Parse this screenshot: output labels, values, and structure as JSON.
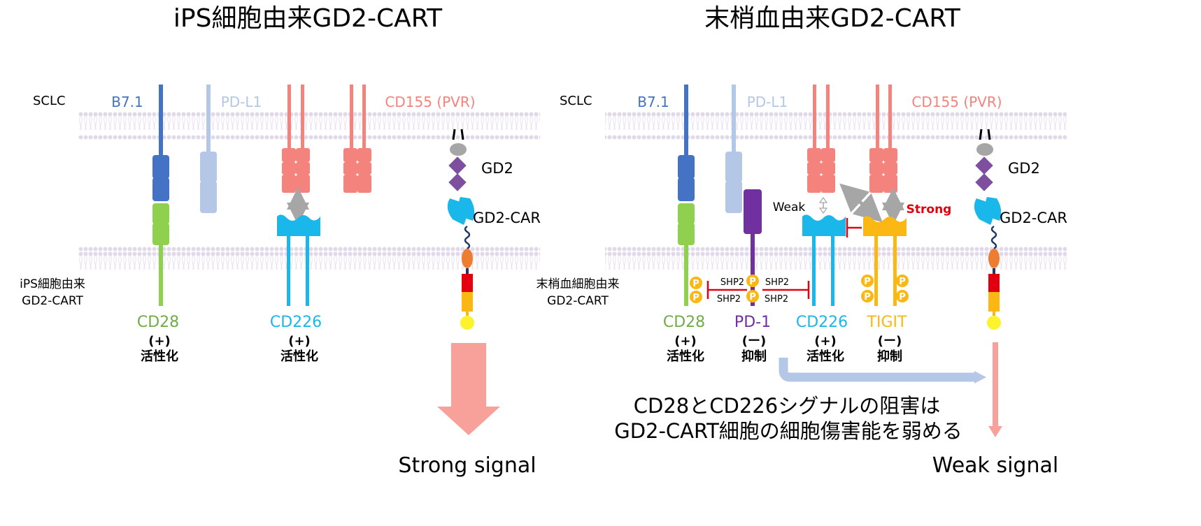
{
  "left_panel": {
    "title": "iPS細胞由来GD2-CART",
    "sclc_label": "SCLC",
    "cell_label_line1": "iPS細胞由来",
    "cell_label_line2": "GD2-CART",
    "ligands": {
      "b71": "B7.1",
      "pdl1": "PD-L1",
      "cd155": "CD155 (PVR)",
      "gd2": "GD2",
      "gd2car": "GD2-CAR"
    },
    "receptors": {
      "cd28": {
        "name": "CD28",
        "sign": "(+)",
        "effect": "活性化"
      },
      "cd226": {
        "name": "CD226",
        "sign": "(+)",
        "effect": "活性化"
      }
    },
    "signal_label": "Strong signal"
  },
  "right_panel": {
    "title": "末梢血由来GD2-CART",
    "sclc_label": "SCLC",
    "cell_label_line1": "末梢血細胞由来",
    "cell_label_line2": "GD2-CART",
    "ligands": {
      "b71": "B7.1",
      "pdl1": "PD-L1",
      "cd155": "CD155 (PVR)",
      "gd2": "GD2",
      "gd2car": "GD2-CAR"
    },
    "receptors": {
      "cd28": {
        "name": "CD28",
        "sign": "(+)",
        "effect": "活性化"
      },
      "pd1": {
        "name": "PD-1",
        "sign": "(ー)",
        "effect": "抑制"
      },
      "cd226": {
        "name": "CD226",
        "sign": "(+)",
        "effect": "活性化"
      },
      "tigit": {
        "name": "TIGIT",
        "sign": "(ー)",
        "effect": "抑制"
      }
    },
    "phospho_label": "P",
    "shp2": "SHP2",
    "weak_label": "Weak",
    "strong_label": "Strong",
    "conclusion_line1": "CD28とCD226シグナルの阻害は",
    "conclusion_line2": "GD2-CART細胞の細胞傷害能を弱める",
    "signal_label": "Weak signal"
  },
  "colors": {
    "b71": "#4472c4",
    "pdl1": "#b4c7e7",
    "cd155": "#f4837d",
    "cd28": "#8fd14f",
    "cd28_text": "#70ad47",
    "cd226": "#1ab7ea",
    "pd1": "#7030a0",
    "tigit": "#fbb814",
    "gd2": "#7e4f9e",
    "inhibit": "#e3000f",
    "strong_text": "#e3000f",
    "arrow_pink": "#f7a19a",
    "arrow_blue": "#b4c7e7",
    "membrane": "#e1d9ea"
  }
}
